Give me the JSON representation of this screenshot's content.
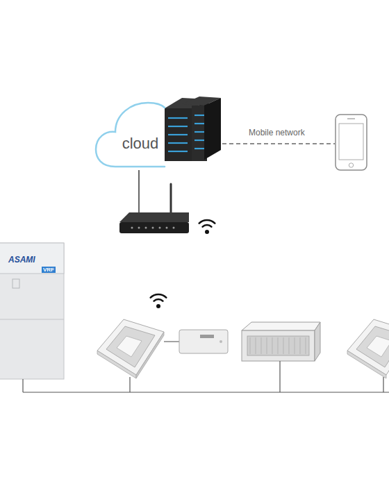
{
  "diagram": {
    "nodes": [
      {
        "text": [
          "cloud"
        ]
      }
    ],
    "labels": [
      "Mobile network",
      "ASAMI",
      "VRF"
    ]
  }
}
